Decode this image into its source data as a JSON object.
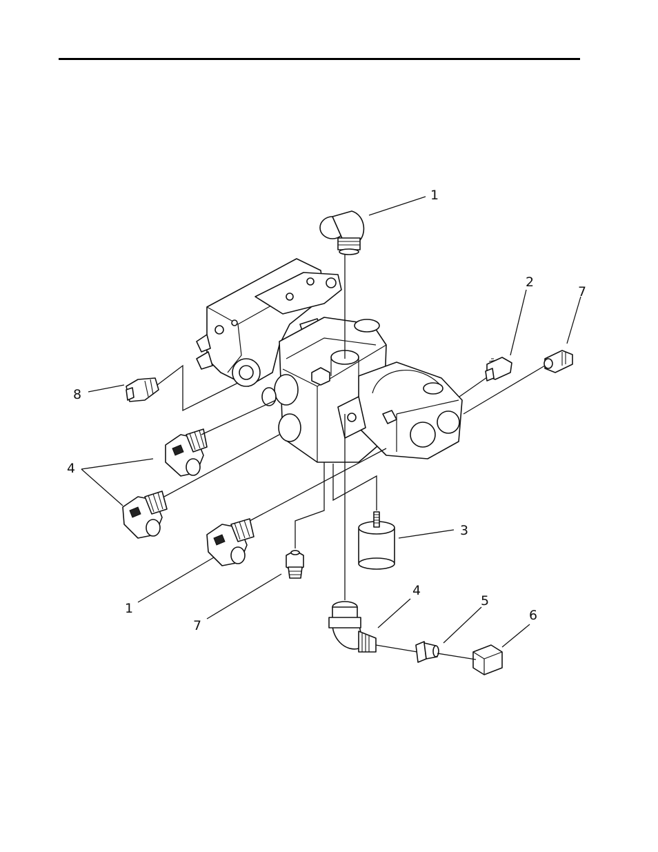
{
  "header": {
    "has_rule": true
  },
  "callouts": [
    {
      "id": "c1-top",
      "label": "1"
    },
    {
      "id": "c2",
      "label": "2"
    },
    {
      "id": "c7-right",
      "label": "7"
    },
    {
      "id": "c8",
      "label": "8"
    },
    {
      "id": "c4-left",
      "label": "4"
    },
    {
      "id": "c3",
      "label": "3"
    },
    {
      "id": "c1-bottom",
      "label": "1"
    },
    {
      "id": "c7-bottom",
      "label": "7"
    },
    {
      "id": "c4-bottom",
      "label": "4"
    },
    {
      "id": "c5",
      "label": "5"
    },
    {
      "id": "c6",
      "label": "6"
    }
  ],
  "colors": {
    "ink": "#111111",
    "paper": "#ffffff"
  }
}
